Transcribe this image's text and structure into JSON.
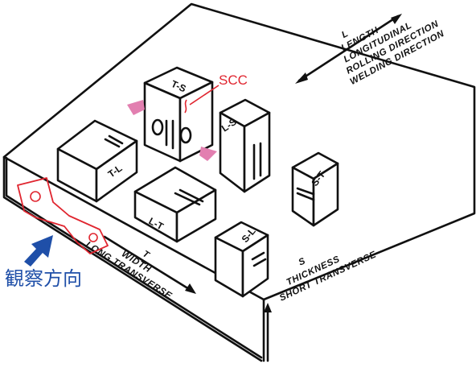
{
  "directions": {
    "length": {
      "symbol": "L",
      "lines": [
        "LENGTH",
        "LONGITUDINAL",
        "ROLLING DIRECTION",
        "WELDING DIRECTION"
      ]
    },
    "width": {
      "symbol": "T",
      "lines": [
        "WIDTH",
        "LONG TRANSVERSE"
      ]
    },
    "thickness": {
      "symbol": "S",
      "lines": [
        "THICKNESS",
        "SHORT TRANSVERSE"
      ]
    }
  },
  "specimens": [
    "T-L",
    "T-S",
    "L-S",
    "L-T",
    "S-T",
    "S-L"
  ],
  "annotations": {
    "scc": "SCC",
    "observation_direction": "観察方向"
  },
  "colors": {
    "ink": "#111111",
    "annotation_red": "#e0252f",
    "arrow_pink": "#e27fb0",
    "observation_blue": "#1f4fa8"
  }
}
